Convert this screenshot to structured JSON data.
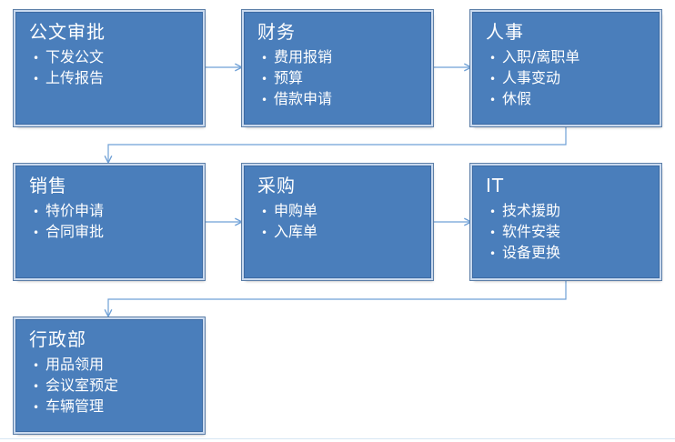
{
  "colors": {
    "box_fill": "#4a7ebb",
    "box_border": "#3c6aa3",
    "connector": "#6fa0d6",
    "text": "#ffffff"
  },
  "boxes": [
    {
      "title": "公文审批",
      "items": [
        "下发公文",
        "上传报告"
      ]
    },
    {
      "title": "财务",
      "items": [
        "费用报销",
        "预算",
        "借款申请"
      ]
    },
    {
      "title": "人事",
      "items": [
        "入职/离职单",
        "人事变动",
        "休假"
      ]
    },
    {
      "title": "销售",
      "items": [
        "特价申请",
        "合同审批"
      ]
    },
    {
      "title": "采购",
      "items": [
        "申购单",
        "入库单"
      ]
    },
    {
      "title": "IT",
      "items": [
        "技术援助",
        "软件安装",
        "设备更换"
      ]
    },
    {
      "title": "行政部",
      "items": [
        "用品领用",
        "会议室预定",
        "车辆管理"
      ]
    }
  ],
  "connectors": [
    {
      "from": "公文审批",
      "to": "财务"
    },
    {
      "from": "财务",
      "to": "人事"
    },
    {
      "from": "人事",
      "to": "销售"
    },
    {
      "from": "销售",
      "to": "采购"
    },
    {
      "from": "采购",
      "to": "IT"
    },
    {
      "from": "IT",
      "to": "行政部"
    }
  ]
}
